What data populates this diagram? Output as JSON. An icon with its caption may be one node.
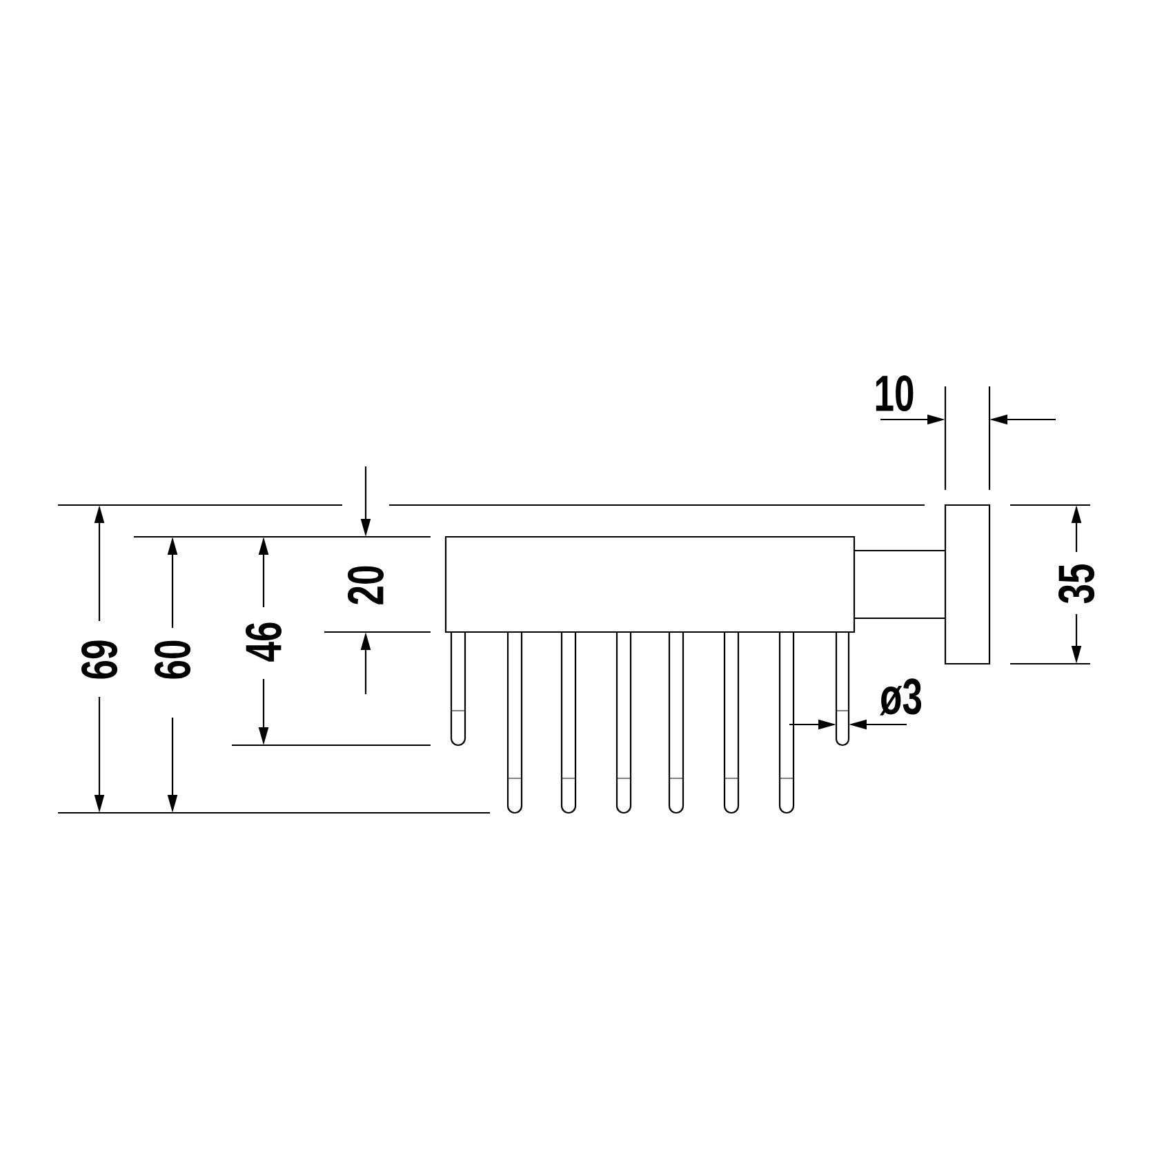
{
  "diagram": {
    "labels": [
      "10",
      "69",
      "60",
      "46",
      "20",
      "35",
      "ø3"
    ]
  }
}
